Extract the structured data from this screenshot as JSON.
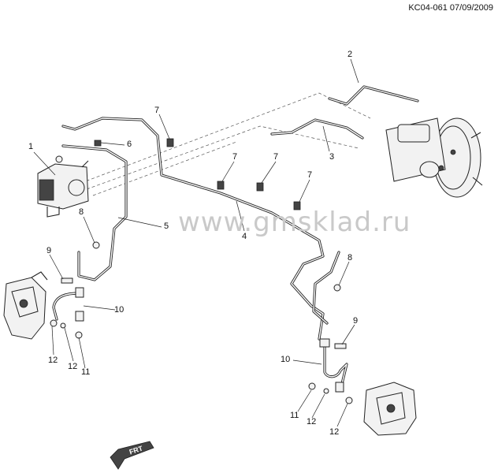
{
  "figure": {
    "code": "KC04-061 07/09/2009",
    "watermark": "www.gmsklad.ru"
  },
  "callouts": [
    {
      "id": "c1",
      "label": "1"
    },
    {
      "id": "c2",
      "label": "2"
    },
    {
      "id": "c3",
      "label": "3"
    },
    {
      "id": "c4",
      "label": "4"
    },
    {
      "id": "c5",
      "label": "5"
    },
    {
      "id": "c6",
      "label": "6"
    },
    {
      "id": "c7a",
      "label": "7"
    },
    {
      "id": "c7b",
      "label": "7"
    },
    {
      "id": "c7c",
      "label": "7"
    },
    {
      "id": "c7d",
      "label": "7"
    },
    {
      "id": "c8a",
      "label": "8"
    },
    {
      "id": "c8b",
      "label": "8"
    },
    {
      "id": "c9a",
      "label": "9"
    },
    {
      "id": "c9b",
      "label": "9"
    },
    {
      "id": "c10a",
      "label": "10"
    },
    {
      "id": "c10b",
      "label": "10"
    },
    {
      "id": "c11a",
      "label": "11"
    },
    {
      "id": "c11b",
      "label": "11"
    },
    {
      "id": "c12a",
      "label": "12"
    },
    {
      "id": "c12b",
      "label": "12"
    },
    {
      "id": "c12c",
      "label": "12"
    },
    {
      "id": "c12d",
      "label": "12"
    }
  ],
  "orientation_label": "FRT"
}
